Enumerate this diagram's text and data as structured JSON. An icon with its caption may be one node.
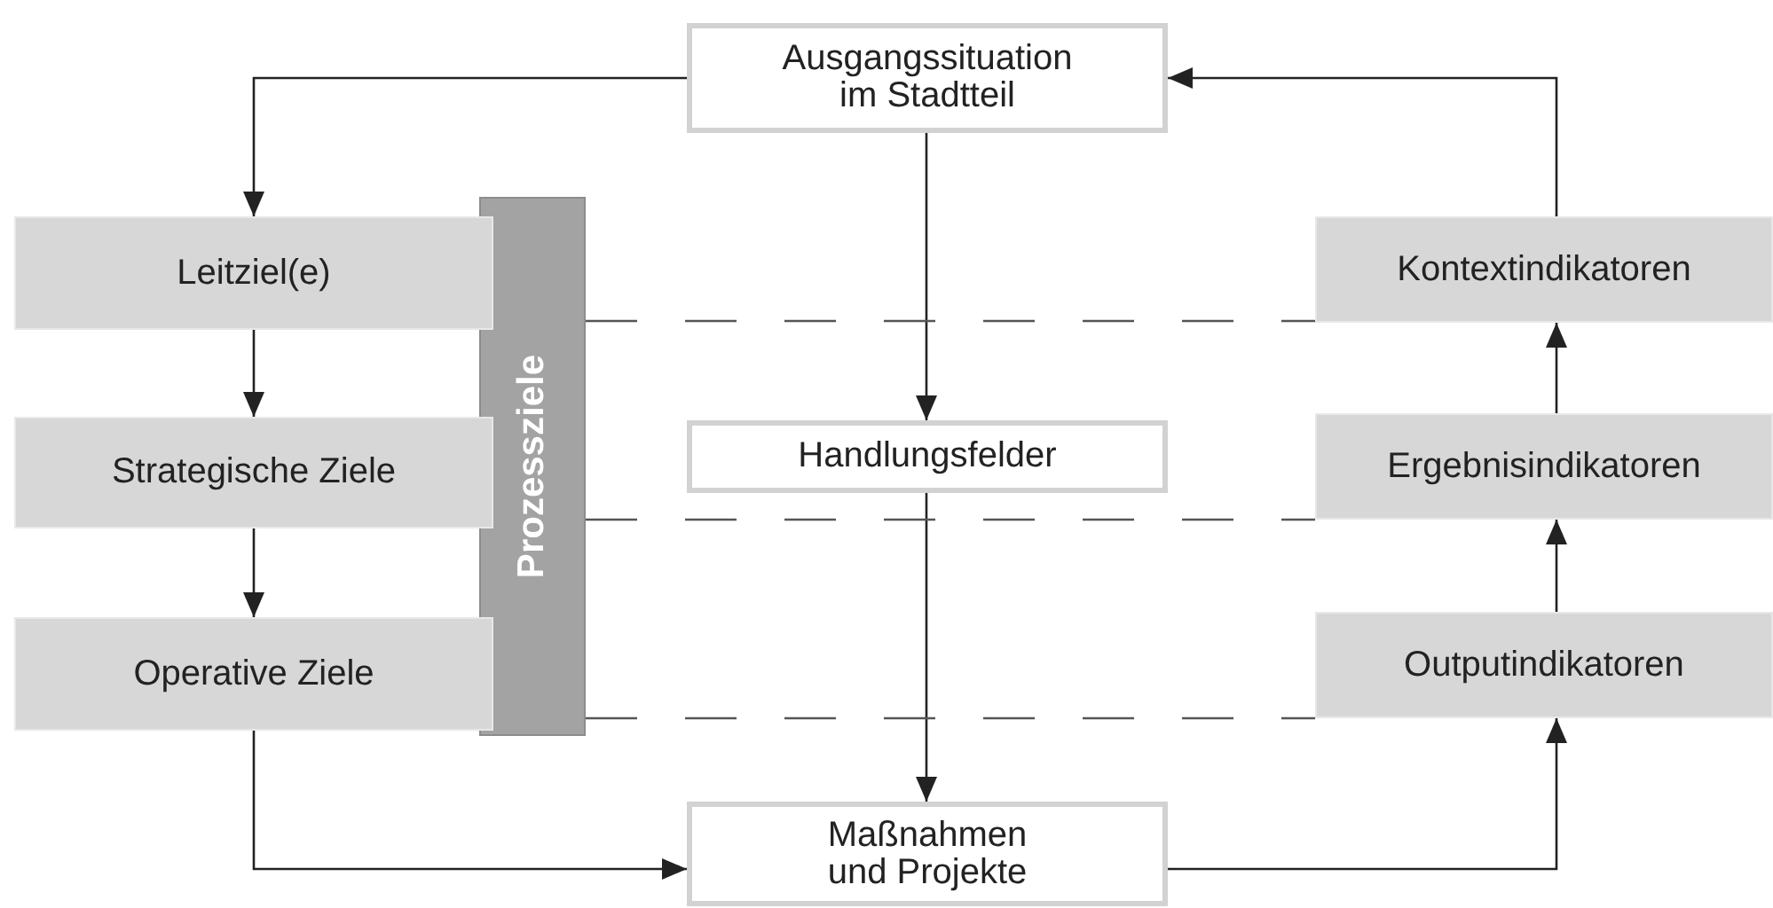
{
  "diagram": {
    "nodes": [
      {
        "text": [
          "Ausgangssituation im Stadtteil"
        ]
      },
      {
        "text": [
          "Leitziel(e)"
        ]
      },
      {
        "text": [
          "Prozessziele"
        ]
      },
      {
        "text": [
          "Strategische Ziele"
        ]
      },
      {
        "text": [
          "Operative Ziele"
        ]
      },
      {
        "text": [
          "Handlungsfelder"
        ]
      },
      {
        "text": [
          "Maßnahmen und Projekte"
        ]
      },
      {
        "text": [
          "Kontextindikatoren"
        ]
      },
      {
        "text": [
          "Ergebnisindikatoren"
        ]
      },
      {
        "text": [
          "Outputindikatoren"
        ]
      }
    ],
    "edges": [
      {
        "from": 0,
        "to": 1,
        "arrow": "to"
      },
      {
        "from": 1,
        "to": 3,
        "arrow": "to"
      },
      {
        "from": 3,
        "to": 4,
        "arrow": "to"
      },
      {
        "from": 4,
        "to": 6,
        "arrow": "to"
      },
      {
        "from": 6,
        "to": 9,
        "arrow": "to"
      },
      {
        "from": 9,
        "to": 8,
        "arrow": "to"
      },
      {
        "from": 8,
        "to": 7,
        "arrow": "to"
      },
      {
        "from": 7,
        "to": 0,
        "arrow": "to"
      },
      {
        "from": 0,
        "to": 5,
        "arrow": "to"
      },
      {
        "from": 5,
        "to": 6,
        "arrow": "to"
      },
      {
        "from": 2,
        "to": 7,
        "arrow": "none",
        "style": "dashed"
      },
      {
        "from": 2,
        "to": 8,
        "arrow": "none",
        "style": "dashed"
      },
      {
        "from": 2,
        "to": 9,
        "arrow": "none",
        "style": "dashed"
      }
    ]
  }
}
